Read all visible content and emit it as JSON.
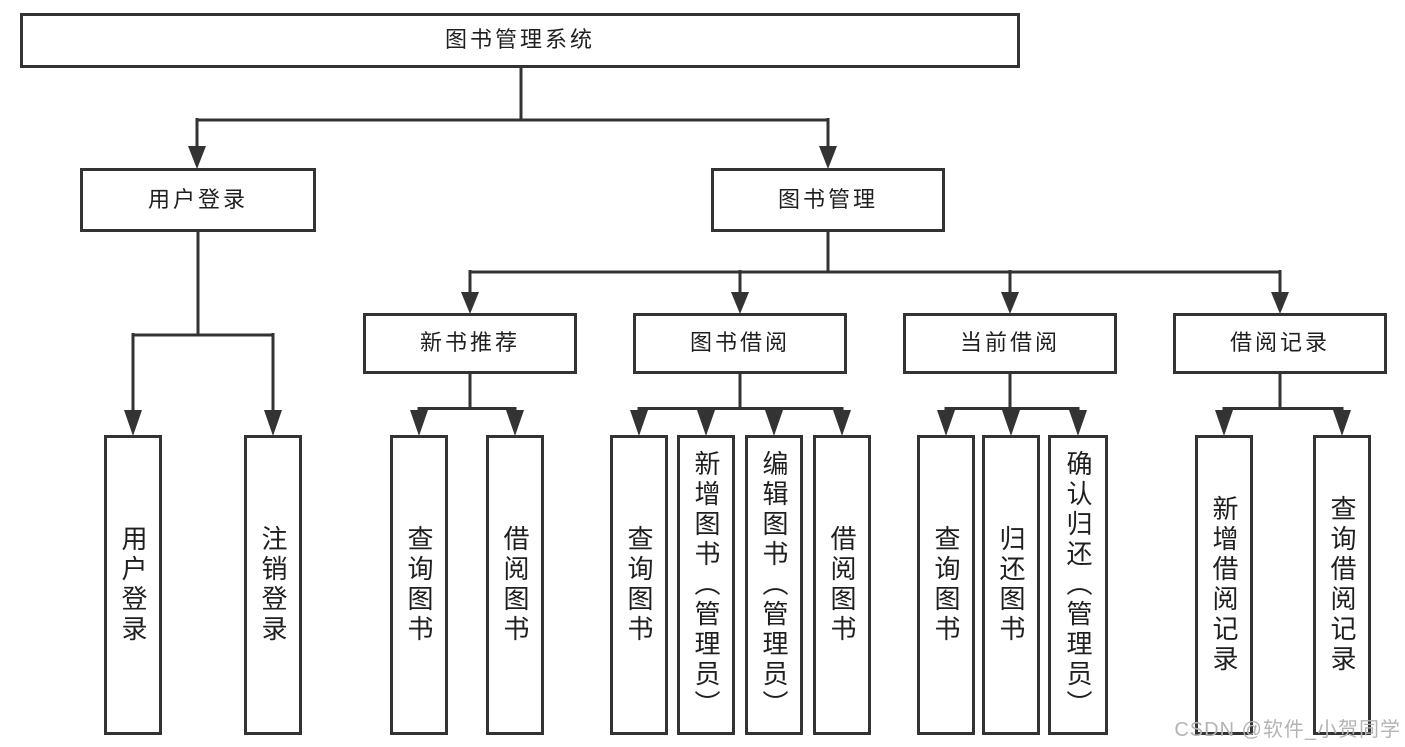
{
  "diagram": {
    "title_node": "图书管理系统",
    "branches": {
      "user_login": "用户登录",
      "book_management": "图书管理"
    },
    "login_leaves": [
      "用户登录",
      "注销登录"
    ],
    "modules": [
      "新书推荐",
      "图书借阅",
      "当前借阅",
      "借阅记录"
    ],
    "new_book_leaves": [
      "查询图书",
      "借阅图书"
    ],
    "borrow_leaves": [
      "查询图书",
      "新增图书（管理员）",
      "编辑图书（管理员）",
      "借阅图书"
    ],
    "current_leaves": [
      "查询图书",
      "归还图书",
      "确认归还（管理员）"
    ],
    "record_leaves": [
      "新增借阅记录",
      "查询借阅记录"
    ],
    "colors": {
      "line": "#333333",
      "text": "#1f1f1f",
      "watermark": "#b4b4b4",
      "background": "#ffffff"
    }
  },
  "watermark": "CSDN @软件_小贺同学"
}
